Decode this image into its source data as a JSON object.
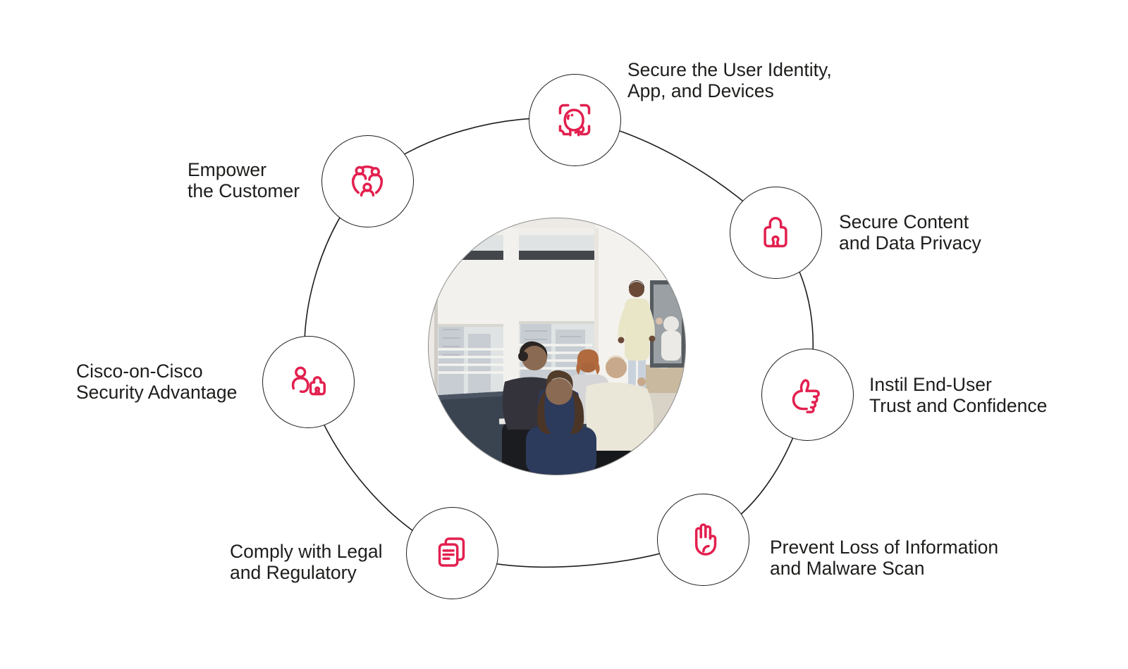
{
  "diagram": {
    "colors": {
      "accent": "#E2204F",
      "line": "#1E1E1C",
      "text": "#1D1D1B",
      "background": "#FFFFFF"
    },
    "center_image": {
      "alt": "Team meeting in a bright conference room: a presenter stands by a screen while four colleagues sit around a dark table"
    },
    "nodes": [
      {
        "id": "secure-identity",
        "icon": "face-scan-icon",
        "label_line1": "Secure the User Identity,",
        "label_line2": "App, and Devices"
      },
      {
        "id": "empower-customer",
        "icon": "people-group-icon",
        "label_line1": "Empower",
        "label_line2": "the Customer"
      },
      {
        "id": "secure-content",
        "icon": "lock-icon",
        "label_line1": "Secure Content",
        "label_line2": "and Data Privacy"
      },
      {
        "id": "cisco-on-cisco",
        "icon": "person-lock-icon",
        "label_line1": "Cisco-on-Cisco",
        "label_line2": "Security Advantage"
      },
      {
        "id": "instil-trust",
        "icon": "thumbs-up-icon",
        "label_line1": "Instil End-User",
        "label_line2": "Trust and Confidence"
      },
      {
        "id": "comply-legal",
        "icon": "documents-icon",
        "label_line1": "Comply with Legal",
        "label_line2": "and Regulatory"
      },
      {
        "id": "prevent-loss",
        "icon": "hand-stop-icon",
        "label_line1": "Prevent Loss of Information",
        "label_line2": "and Malware Scan"
      }
    ]
  }
}
